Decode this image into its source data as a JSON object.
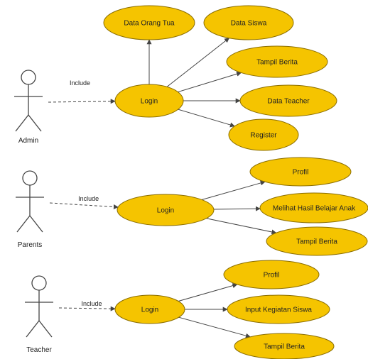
{
  "diagram": {
    "actors": [
      {
        "id": "admin",
        "name": "Admin"
      },
      {
        "id": "parents",
        "name": "Parents"
      },
      {
        "id": "teacher",
        "name": "Teacher"
      }
    ],
    "use_cases": [
      {
        "id": "login_admin",
        "label": "Login"
      },
      {
        "id": "data_orang_tua",
        "label": "Data Orang Tua"
      },
      {
        "id": "data_siswa",
        "label": "Data Siswa"
      },
      {
        "id": "tampil_berita_admin",
        "label": "Tampil Berita"
      },
      {
        "id": "data_teacher",
        "label": "Data Teacher"
      },
      {
        "id": "register",
        "label": "Register"
      },
      {
        "id": "login_parents",
        "label": "Login"
      },
      {
        "id": "profil_parents",
        "label": "Profil"
      },
      {
        "id": "melihat_hasil",
        "label": "Melihat Hasil Belajar Anak"
      },
      {
        "id": "tampil_berita_parents",
        "label": "Tampil Berita"
      },
      {
        "id": "login_teacher",
        "label": "Login"
      },
      {
        "id": "profil_teacher",
        "label": "Profil"
      },
      {
        "id": "input_kegiatan",
        "label": "Input Kegiatan Siswa"
      },
      {
        "id": "tampil_berita_teacher",
        "label": "Tampil Berita"
      }
    ],
    "relations": [
      {
        "from": "admin",
        "to": "login_admin",
        "label": "Include"
      },
      {
        "from": "parents",
        "to": "login_parents",
        "label": "Include"
      },
      {
        "from": "teacher",
        "to": "login_teacher",
        "label": "Include"
      }
    ],
    "associations": [
      {
        "from": "login_admin",
        "to": "data_orang_tua"
      },
      {
        "from": "login_admin",
        "to": "data_siswa"
      },
      {
        "from": "login_admin",
        "to": "tampil_berita_admin"
      },
      {
        "from": "login_admin",
        "to": "data_teacher"
      },
      {
        "from": "login_admin",
        "to": "register"
      },
      {
        "from": "login_parents",
        "to": "profil_parents"
      },
      {
        "from": "login_parents",
        "to": "melihat_hasil"
      },
      {
        "from": "login_parents",
        "to": "tampil_berita_parents"
      },
      {
        "from": "login_teacher",
        "to": "profil_teacher"
      },
      {
        "from": "login_teacher",
        "to": "input_kegiatan"
      },
      {
        "from": "login_teacher",
        "to": "tampil_berita_teacher"
      }
    ],
    "colors": {
      "use_case_fill": "#f5c400",
      "use_case_stroke": "#8a6d00",
      "line": "#444444",
      "text": "#222222"
    }
  }
}
